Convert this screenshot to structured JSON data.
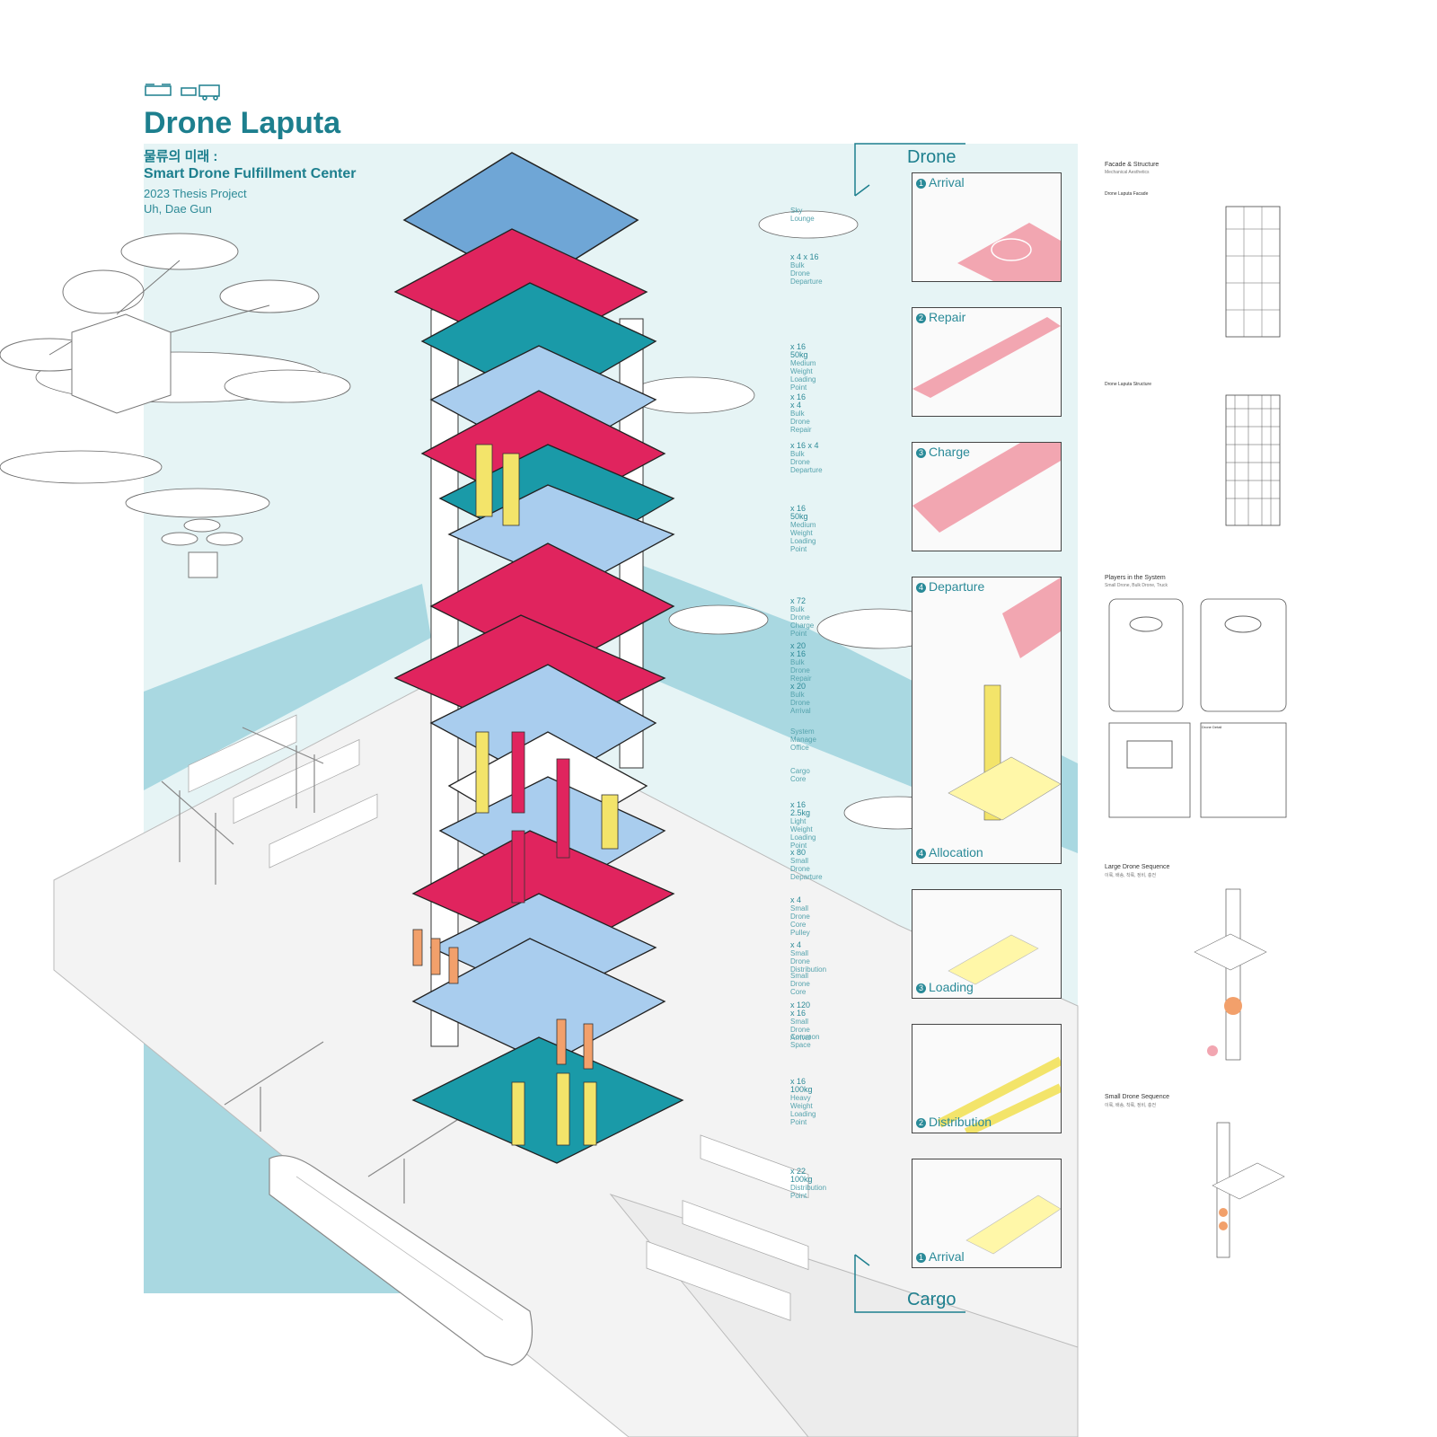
{
  "header": {
    "title": "Drone Laputa",
    "subtitle_kr": "물류의 미래 :",
    "subtitle_en": "Smart Drone Fulfillment Center",
    "project": "2023 Thesis Project",
    "author": "Uh, Dae Gun"
  },
  "colors": {
    "accent": "#1d7f8e",
    "panel": "#e6f4f5",
    "magenta": "#e0245e",
    "teal": "#1a9aa8",
    "lightblue": "#a9cdee",
    "yellow": "#f3e46a",
    "water": "#a8d8e0"
  },
  "legend": [
    {
      "counts": "",
      "name": "Sky Lounge",
      "icon": "person-icon"
    },
    {
      "counts": "x 4   x 16",
      "name": "Bulk Drone Departure",
      "icon": "drone-icon"
    },
    {
      "counts": "x 16   50kg",
      "name": "Medium Weight Loading Point",
      "icon": "robot-arm-icon"
    },
    {
      "counts": "x 16   x 4",
      "name": "Bulk Drone Repair",
      "icon": "drone-icon"
    },
    {
      "counts": "x 16   x 4",
      "name": "Bulk Drone Departure",
      "icon": "drone-icon"
    },
    {
      "counts": "x 16   50kg",
      "name": "Medium Weight Loading Point",
      "icon": "robot-arm-icon"
    },
    {
      "counts": "x 72",
      "name": "Bulk Drone Charge Point",
      "icon": "charge-icon"
    },
    {
      "counts": "x 20   x 16",
      "name": "Bulk Drone Repair",
      "icon": "drone-icon"
    },
    {
      "counts": "x 20",
      "name": "Bulk Drone Arrival",
      "icon": "drone-icon"
    },
    {
      "counts": "",
      "name": "System Manage Office",
      "icon": "person-icon"
    },
    {
      "counts": "",
      "name": "Cargo Core",
      "icon": "core-icon"
    },
    {
      "counts": "x 16   2.5kg",
      "name": "Light Weight Loading Point",
      "icon": "robot-arm-icon"
    },
    {
      "counts": "x 80",
      "name": "Small Drone Departure",
      "icon": "drone-icon"
    },
    {
      "counts": "x 4",
      "name": "Small Drone Core Pulley",
      "icon": "pulley-icon"
    },
    {
      "counts": "x 4",
      "name": "Small Drone Distribution",
      "icon": "hook-icon"
    },
    {
      "counts": "",
      "name": "Small Drone Core",
      "icon": "core-icon"
    },
    {
      "counts": "x 120   x 16",
      "name": "Small Drone Arrival",
      "icon": "drone-icon"
    },
    {
      "counts": "",
      "name": "Common Space",
      "icon": "person-icon"
    },
    {
      "counts": "x 16   100kg",
      "name": "Heavy Weight Loading Point",
      "icon": "robot-arm-icon"
    },
    {
      "counts": "x 22   100kg",
      "name": "Distribution Point",
      "icon": "forklift-icon"
    }
  ],
  "drone_group": {
    "heading": "Drone",
    "stages": [
      {
        "num": "1",
        "label": "Arrival"
      },
      {
        "num": "2",
        "label": "Repair"
      },
      {
        "num": "3",
        "label": "Charge"
      },
      {
        "num": "4",
        "label": "Departure"
      }
    ]
  },
  "cargo_group": {
    "heading": "Cargo",
    "stages": [
      {
        "num": "4",
        "label": "Allocation"
      },
      {
        "num": "3",
        "label": "Loading"
      },
      {
        "num": "2",
        "label": "Distribution"
      },
      {
        "num": "1",
        "label": "Arrival"
      }
    ]
  },
  "right_panel": {
    "facade_head": "Facade & Structure",
    "facade_sub": "Mechanical Aesthetics",
    "facade_title": "Drone Laputa Facade",
    "structure_title": "Drone Laputa Structure",
    "players_head": "Players in the System",
    "players_sub": "Small Drone, Bulk Drone, Truck",
    "drone_detail": "Drone Detail",
    "large_seq": "Large Drone Sequence",
    "large_seq_sub": "이륙, 배송, 착륙, 정비, 충전",
    "small_seq": "Small Drone Sequence",
    "small_seq_sub": "이륙, 배송, 착륙, 정비, 충전"
  }
}
